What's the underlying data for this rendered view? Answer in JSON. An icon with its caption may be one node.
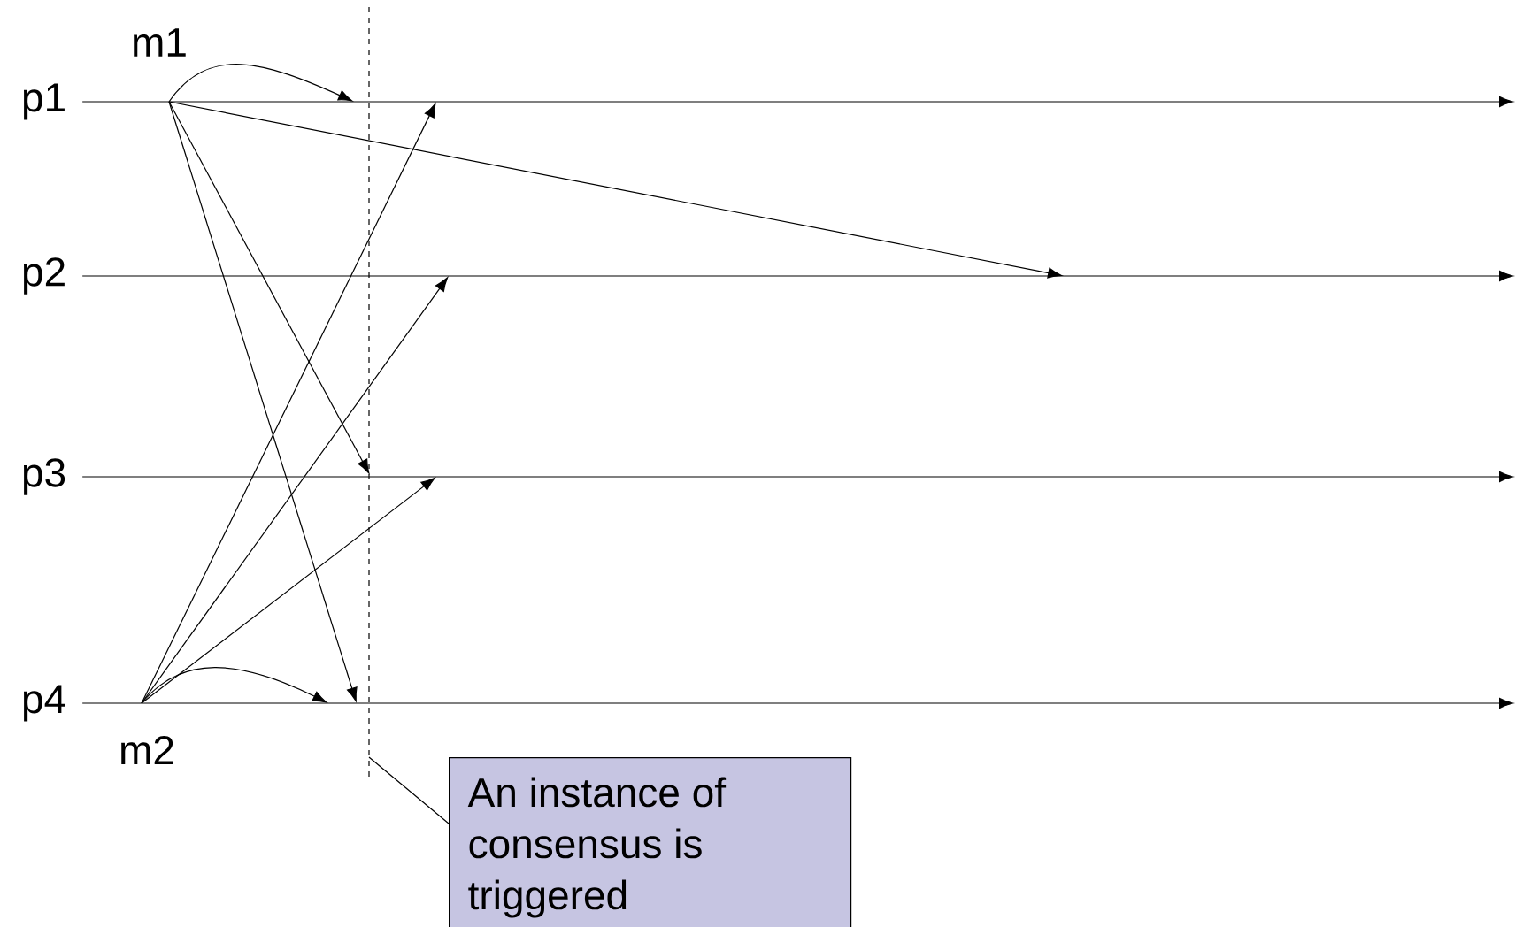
{
  "diagram": {
    "nodes": [
      {
        "text": [
          "p1"
        ]
      },
      {
        "text": [
          "p2"
        ]
      },
      {
        "text": [
          "p3"
        ]
      },
      {
        "text": [
          "p4"
        ]
      },
      {
        "text": [
          "m1"
        ]
      },
      {
        "text": [
          "m2"
        ]
      },
      {
        "text": [
          "An instance of consensus is triggered"
        ]
      }
    ],
    "edges": [
      {
        "from": 0,
        "to": null,
        "arrow": "to"
      },
      {
        "from": 1,
        "to": null,
        "arrow": "to"
      },
      {
        "from": 2,
        "to": null,
        "arrow": "to"
      },
      {
        "from": 3,
        "to": null,
        "arrow": "to"
      },
      {
        "from": 4,
        "to": null,
        "arrow": "to"
      },
      {
        "from": 4,
        "to": null,
        "arrow": "to"
      },
      {
        "from": 4,
        "to": null,
        "arrow": "to"
      },
      {
        "from": 4,
        "to": null,
        "arrow": "to"
      },
      {
        "from": 5,
        "to": null,
        "arrow": "to"
      },
      {
        "from": 5,
        "to": null,
        "arrow": "to"
      },
      {
        "from": 5,
        "to": null,
        "arrow": "to"
      },
      {
        "from": 5,
        "to": null,
        "arrow": "to"
      },
      {
        "from": 6,
        "to": null,
        "arrow": "none"
      }
    ]
  }
}
